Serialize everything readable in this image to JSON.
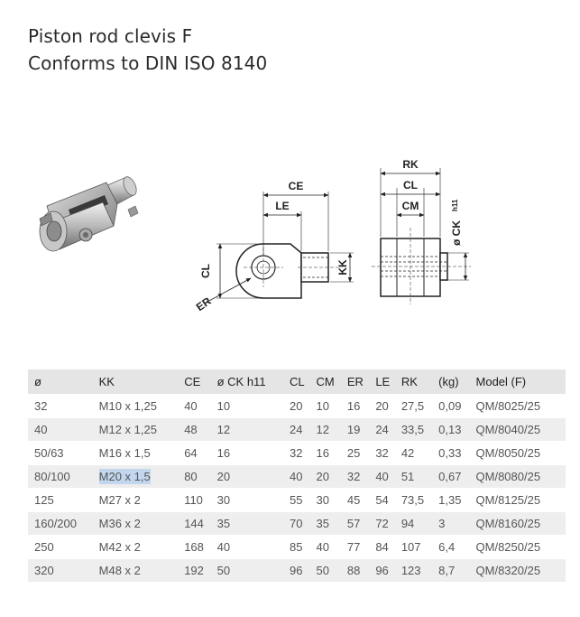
{
  "title": {
    "line1": "Piston rod clevis F",
    "line2": "Conforms to DIN ISO 8140"
  },
  "drawing": {
    "labels": {
      "ce": "CE",
      "le": "LE",
      "cl_side": "CL",
      "kk": "KK",
      "er": "ER",
      "rk": "RK",
      "cl_top": "CL",
      "cm": "CM",
      "ck": "ø CK",
      "ck_tol": "h11"
    }
  },
  "table": {
    "headers": [
      "ø",
      "KK",
      "CE",
      "ø CK h11",
      "CL",
      "CM",
      "ER",
      "LE",
      "RK",
      "(kg)",
      "Model (F)"
    ],
    "rows": [
      [
        "32",
        "M10 x 1,25",
        "40",
        "10",
        "20",
        "10",
        "16",
        "20",
        "27,5",
        "0,09",
        "QM/8025/25"
      ],
      [
        "40",
        "M12 x 1,25",
        "48",
        "12",
        "24",
        "12",
        "19",
        "24",
        "33,5",
        "0,13",
        "QM/8040/25"
      ],
      [
        "50/63",
        "M16 x 1,5",
        "64",
        "16",
        "32",
        "16",
        "25",
        "32",
        "42",
        "0,33",
        "QM/8050/25"
      ],
      [
        "80/100",
        "M20 x 1,5",
        "80",
        "20",
        "40",
        "20",
        "32",
        "40",
        "51",
        "0,67",
        "QM/8080/25"
      ],
      [
        "125",
        "M27 x 2",
        "110",
        "30",
        "55",
        "30",
        "45",
        "54",
        "73,5",
        "1,35",
        "QM/8125/25"
      ],
      [
        "160/200",
        "M36 x 2",
        "144",
        "35",
        "70",
        "35",
        "57",
        "72",
        "94",
        "3",
        "QM/8160/25"
      ],
      [
        "250",
        "M42 x 2",
        "168",
        "40",
        "85",
        "40",
        "77",
        "84",
        "107",
        "6,4",
        "QM/8250/25"
      ],
      [
        "320",
        "M48 x 2",
        "192",
        "50",
        "96",
        "50",
        "88",
        "96",
        "123",
        "8,7",
        "QM/8320/25"
      ]
    ],
    "highlight": {
      "row": 3,
      "col": 1,
      "color": "#c2d7ee"
    }
  }
}
